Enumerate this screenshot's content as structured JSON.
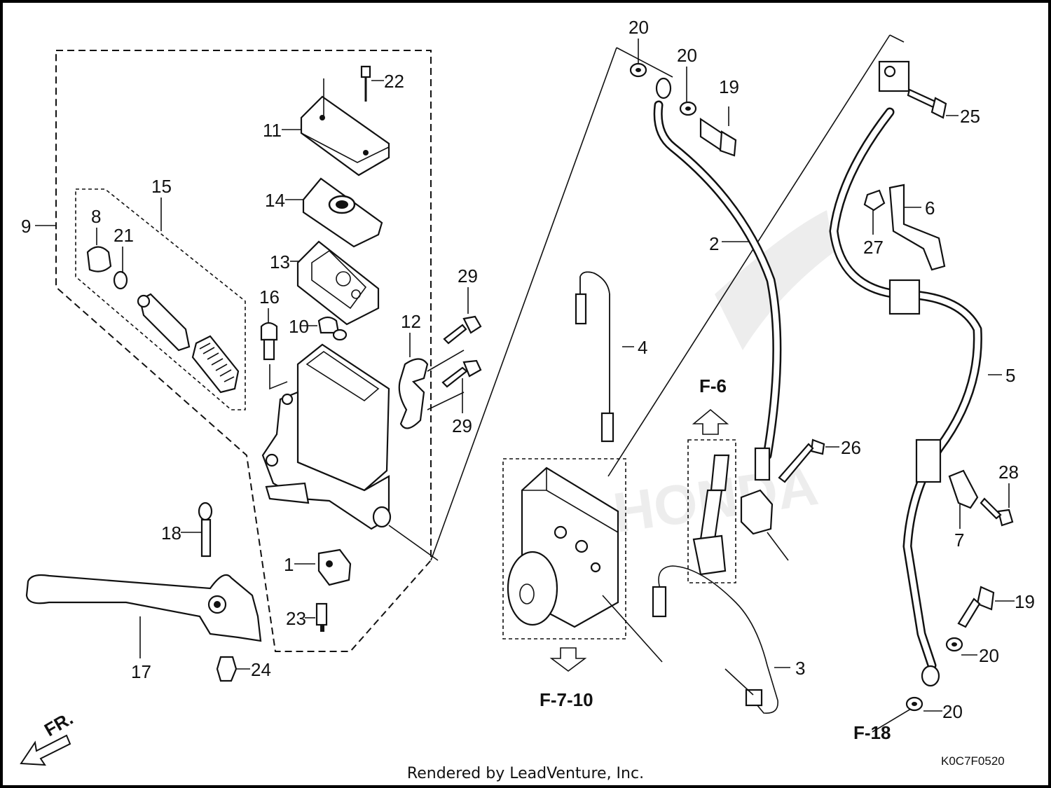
{
  "diagram": {
    "callouts": [
      "1",
      "2",
      "3",
      "4",
      "5",
      "6",
      "7",
      "8",
      "9",
      "10",
      "11",
      "12",
      "13",
      "14",
      "15",
      "16",
      "17",
      "18",
      "19",
      "19",
      "20",
      "20",
      "20",
      "20",
      "21",
      "22",
      "23",
      "24",
      "25",
      "26",
      "27",
      "28",
      "29",
      "29"
    ],
    "references": [
      "F-6",
      "F-7-10",
      "F-18"
    ],
    "direction_label": "FR.",
    "watermark_brand": "HONDA",
    "drawing_code": "K0C7F0520"
  },
  "footer": {
    "credit": "Rendered by LeadVenture, Inc."
  }
}
